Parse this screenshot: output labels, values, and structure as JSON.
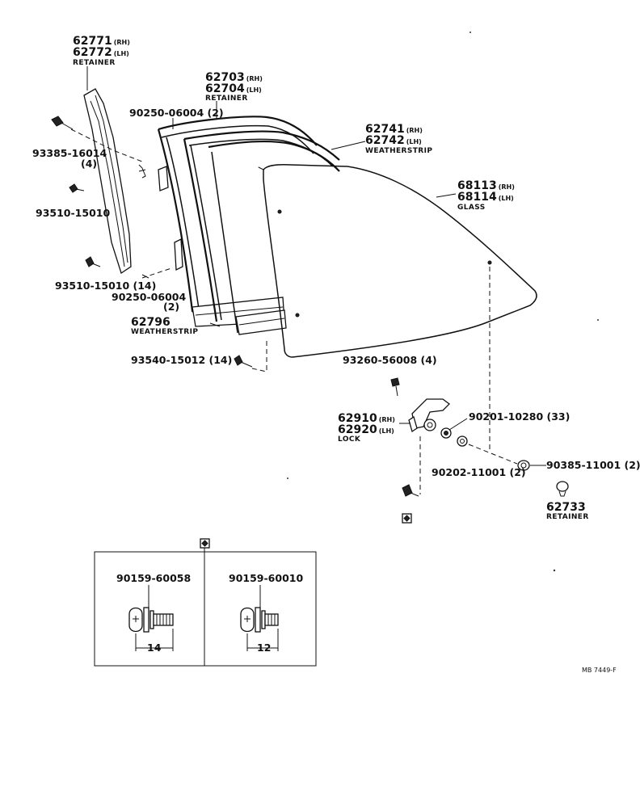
{
  "diagram_title_code": "MB 7449-F",
  "parts": {
    "retainer_pillar": {
      "rh": "62771",
      "lh": "62772",
      "rh_tag": "(RH)",
      "lh_tag": "(LH)",
      "name": "RETAINER"
    },
    "retainer_top": {
      "rh": "62703",
      "lh": "62704",
      "rh_tag": "(RH)",
      "lh_tag": "(LH)",
      "name": "RETAINER"
    },
    "weatherstrip_upper": {
      "rh": "62741",
      "lh": "62742",
      "rh_tag": "(RH)",
      "lh_tag": "(LH)",
      "name": "WEATHERSTRIP"
    },
    "glass": {
      "rh": "68113",
      "lh": "68114",
      "rh_tag": "(RH)",
      "lh_tag": "(LH)",
      "name": "GLASS"
    },
    "weatherstrip_lower": {
      "num": "62796",
      "name": "WEATHERSTRIP"
    },
    "lock": {
      "rh": "62910",
      "lh": "62920",
      "rh_tag": "(RH)",
      "lh_tag": "(LH)",
      "name": "LOCK"
    },
    "retainer_small": {
      "num": "62733",
      "name": "RETAINER"
    }
  },
  "fasteners": {
    "clip_top": "90250-06004 (2)",
    "bolt_93385": "93385-16014",
    "bolt_93385_qty": "(4)",
    "screw_93510_a": "93510-15010",
    "screw_93510_b": "93510-15010 (14)",
    "clip_bottom": "90250-06004",
    "clip_bottom_qty": "(2)",
    "screw_93540": "93540-15012 (14)",
    "screw_93260": "93260-56008 (4)",
    "washer_90201": "90201-10280 (33)",
    "washer_90202": "90202-11001 (2)",
    "cap_90385": "90385-11001 (2)"
  },
  "detail_box": {
    "left": {
      "part": "90159-60058",
      "dim": "14"
    },
    "right": {
      "part": "90159-60010",
      "dim": "12"
    }
  }
}
